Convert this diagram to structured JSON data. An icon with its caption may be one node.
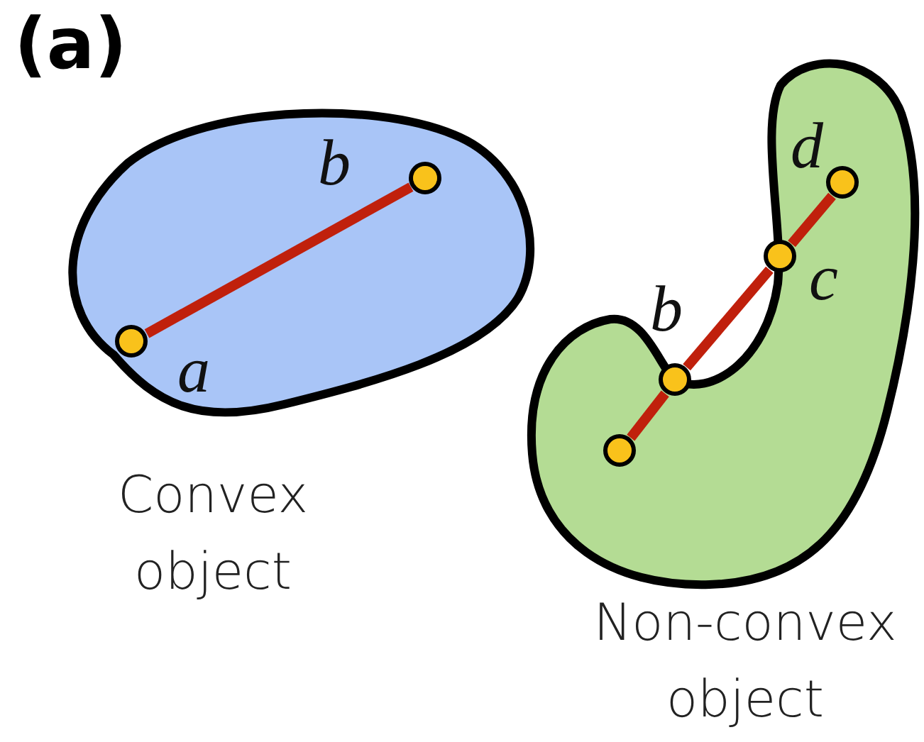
{
  "diagram": {
    "nodes": [
      {
        "text": [],
        "shape": "blob",
        "beside": [
          "Convex object"
        ]
      },
      {
        "text": [],
        "shape": "circle",
        "in": 0,
        "beside": [
          "a"
        ]
      },
      {
        "text": [],
        "shape": "circle",
        "in": 0,
        "beside": [
          "b"
        ]
      },
      {
        "text": [],
        "shape": "blob",
        "beside": [
          "Non-convex object"
        ]
      },
      {
        "text": [],
        "shape": "circle",
        "in": 3
      },
      {
        "text": [],
        "shape": "circle",
        "in": 3,
        "beside": [
          "b"
        ]
      },
      {
        "text": [],
        "shape": "circle",
        "in": 3,
        "beside": [
          "c"
        ]
      },
      {
        "text": [],
        "shape": "circle",
        "in": 3,
        "beside": [
          "d"
        ]
      }
    ],
    "edges": [
      {
        "from": 1,
        "to": 2,
        "arrow": "none"
      },
      {
        "from": 4,
        "to": 5,
        "arrow": "none"
      },
      {
        "from": 5,
        "to": 6,
        "arrow": "none"
      },
      {
        "from": 6,
        "to": 7,
        "arrow": "none"
      }
    ],
    "labels": [
      "(a)"
    ]
  }
}
